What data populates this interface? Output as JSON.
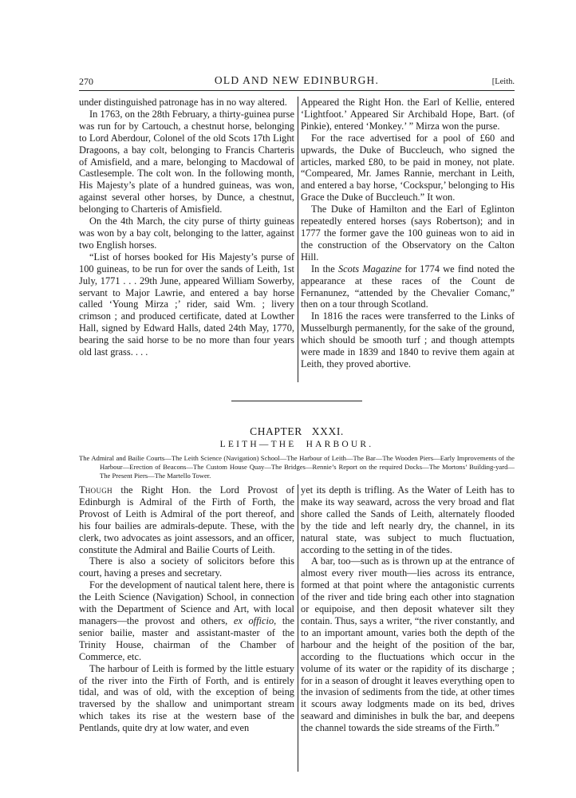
{
  "header": {
    "page_number": "270",
    "running_title": "OLD AND NEW EDINBURGH.",
    "section": "[Leith."
  },
  "top_left_column": {
    "paragraphs": [
      "under distinguished patronage has in no way altered.",
      "In 1763, on the 28th February, a thirty-guinea purse was run for by Cartouch, a chestnut horse, belonging to Lord Aberdour, Colonel of the old Scots 17th Light Dragoons, a bay colt, belonging to Francis Charteris of Amisfield, and a mare, belonging to Macdowal of Castlesemple. The colt won. In the following month, His Majesty’s plate of a hundred guineas, was won, against several other horses, by Dunce, a chestnut, belonging to Charteris of Amisfield.",
      "On the 4th March, the city purse of thirty guineas was won by a bay colt, belonging to the latter, against two English horses.",
      "“List of horses booked for His Majesty’s purse of 100 guineas, to be run for over the sands of Leith, 1st July, 1771 . . . 29th June, appeared William Sowerby, servant to Major Lawrie, and entered a bay horse called ‘Young Mirza ;’ rider, said Wm. ; livery crimson ; and produced certificate, dated at Lowther Hall, signed by Edward Halls, dated 24th May, 1770, bearing the said horse to be no more than four years old last grass. . . ."
    ]
  },
  "top_right_column": {
    "paragraphs": [
      "Appeared the Right Hon. the Earl of Kellie, entered ‘Lightfoot.’  Appeared Sir Archibald Hope, Bart. (of Pinkie), entered ‘Monkey.’ ”  Mirza won the purse.",
      "For the race advertised for a pool of £60 and upwards, the Duke of Buccleuch, who signed the articles, marked £80, to be paid in money, not plate. “Compeared, Mr. James Rannie, merchant in Leith, and entered a bay horse, ‘Cockspur,’ belonging to His Grace the Duke of Buccleuch.” It won.",
      "The Duke of Hamilton and the Earl of Eglinton repeatedly entered horses (says Robertson); and in 1777 the former gave the 100 guineas won to aid in the construction of the Observatory on the Calton Hill.",
      {
        "before": "In the ",
        "italic": "Scots Magazine",
        "after": " for 1774 we find noted the appearance at these races of the Count de Fernanunez, “attended by the Chevalier Comanc,” then on a tour through Scotland."
      },
      "In 1816 the races were transferred to the Links of Musselburgh permanently, for the sake of the ground, which should be smooth turf ; and though attempts were made in 1839 and 1840 to revive them again at Leith, they proved abortive."
    ]
  },
  "chapter": {
    "number": "CHAPTER XXXI.",
    "title": "LEITH—THE HARBOUR.",
    "synopsis": "The Admiral and Bailie Courts—The Leith Science (Navigation) School—The Harbour of Leith—The Bar—The Wooden Piers—Early Improvements of the Harbour—Erection of Beacons—The Custom House Quay—The Bridges—Rennie’s Report on the required Docks—The Mortons’ Building-yard—The Present Piers—The Martello Tower."
  },
  "bottom_left_column": {
    "opening_word": "Though",
    "paragraphs": [
      " the Right Hon. the Lord Provost of Edinburgh is Admiral of the Firth of Forth, the Provost of Leith is Admiral of the port thereof, and his four bailies are admirals-depute. These, with the clerk, two advocates as joint assessors, and an officer, constitute the Admiral and Bailie Courts of Leith.",
      "There is also a society of solicitors before this court, having a preses and secretary.",
      {
        "before": "For the development of nautical talent here, there is the Leith Science (Navigation) School, in connection with the Department of Science and Art, with local managers—the provost and others, ",
        "italic": "ex officio",
        "after": ", the senior bailie, master and assistant-master of the Trinity House, chairman of the Chamber of Commerce, etc."
      },
      "The harbour of Leith is formed by the little estuary of the river into the Firth of Forth, and is entirely tidal, and was of old, with the exception of being traversed by the shallow and unimportant stream which takes its rise at the western base of the Pentlands, quite dry at low water, and even"
    ]
  },
  "bottom_right_column": {
    "paragraphs": [
      "yet its depth is trifling.  As the Water of Leith has to make its way seaward, across the very broad and flat shore called the Sands of Leith, alternately flooded by the tide and left nearly dry, the channel, in its natural state, was subject to much fluctuation, according to the setting in of the tides.",
      "A bar, too—such as is thrown up at the entrance of almost every river mouth—lies across its entrance, formed at that point where the antagonistic currents of the river and tide bring each other into stagnation or equipoise, and then deposit whatever silt they contain.  Thus, says a writer, “the river constantly, and to an important amount, varies both the depth of the harbour and the height of the position of the bar, according to the fluctuations which occur in the volume of its water or the rapidity of its discharge ; for in a season of drought it leaves everything open to the invasion of sediments from the tide, at other times it scours away lodgments made on its bed, drives seaward and diminishes in bulk the bar, and deepens the channel towards the side streams of the Firth.”"
    ]
  }
}
